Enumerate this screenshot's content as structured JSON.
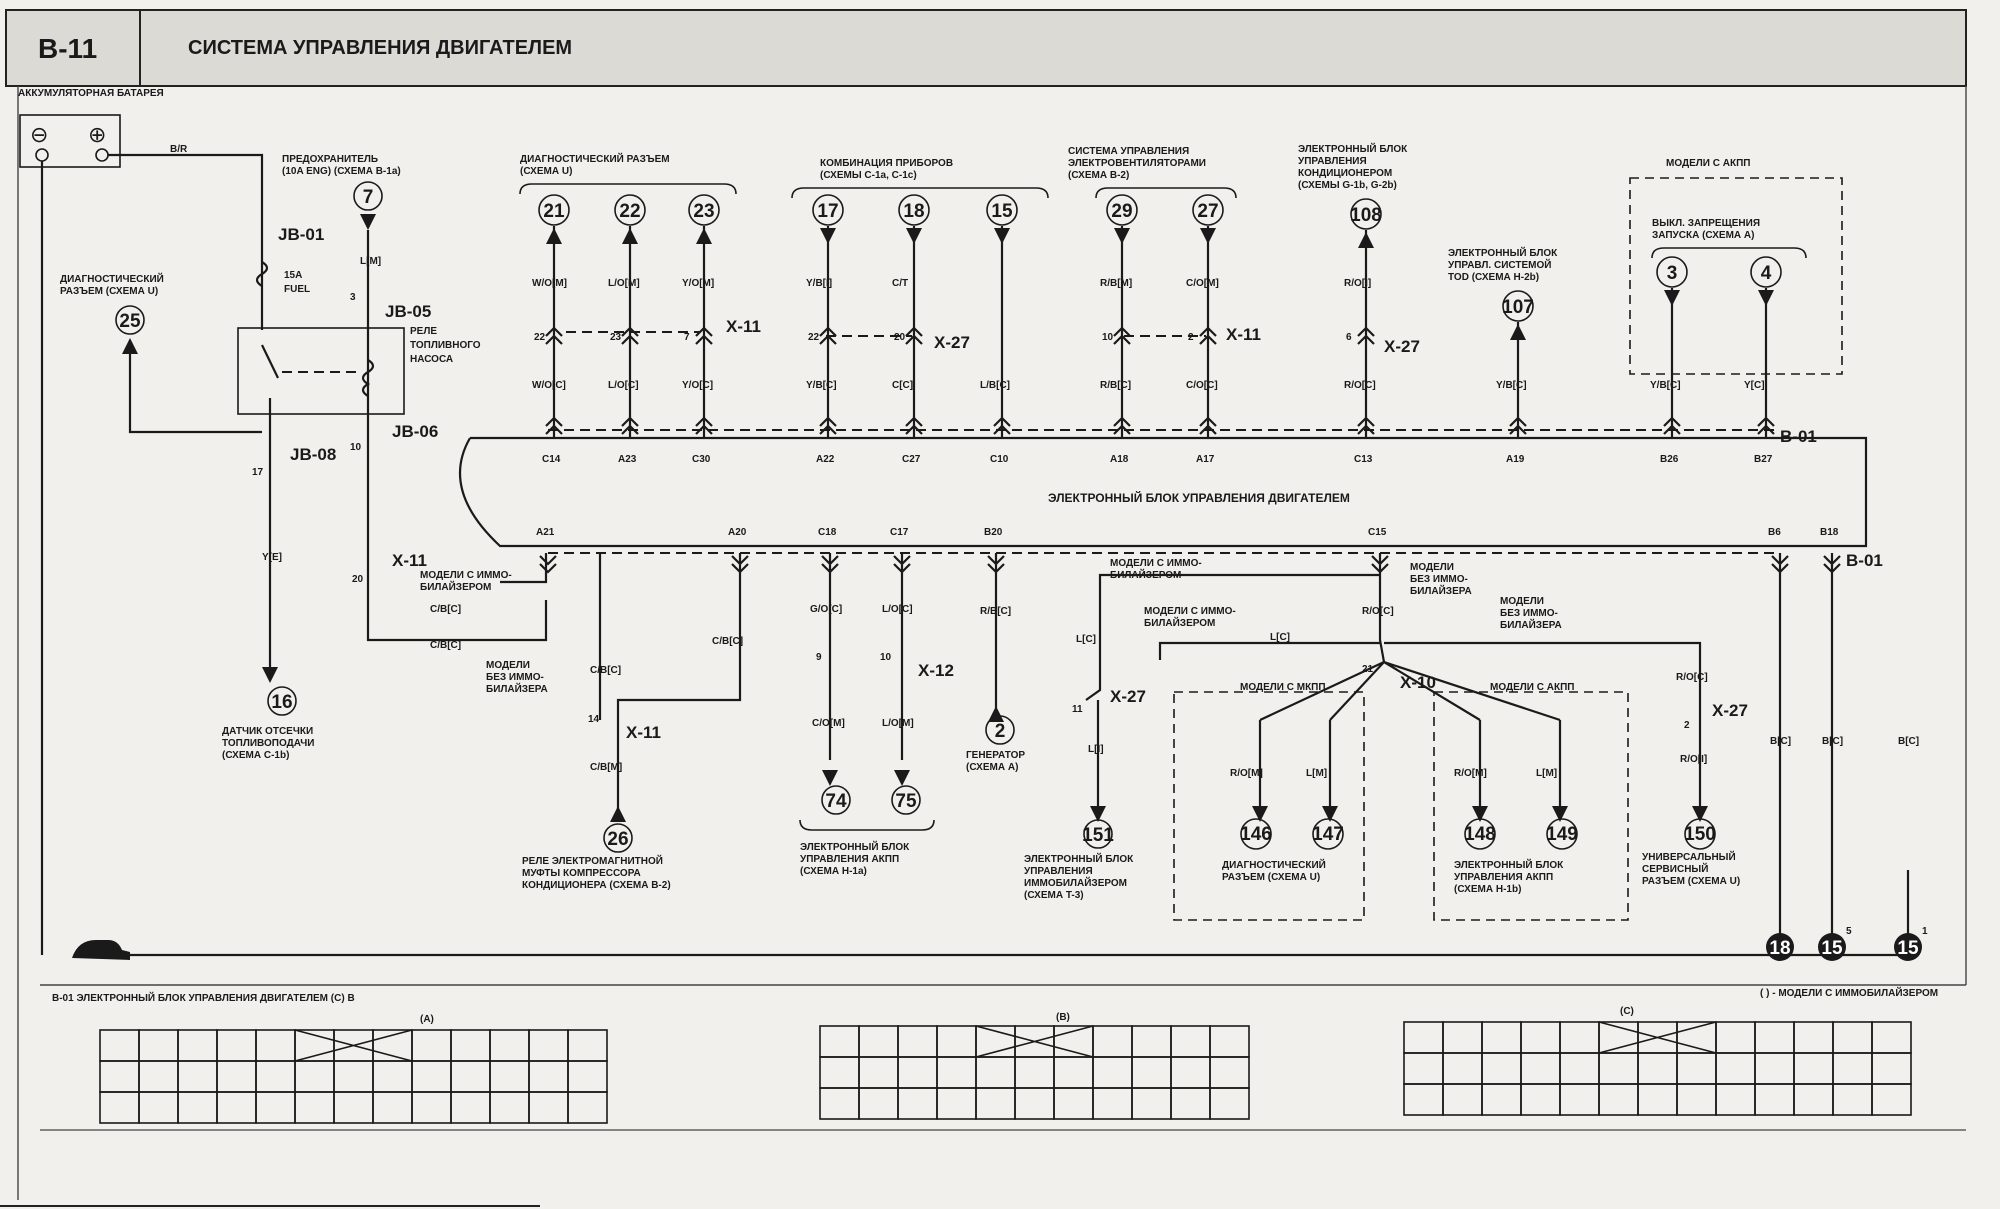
{
  "header": {
    "page_code": "B-11",
    "title": "СИСТЕМА УПРАВЛЕНИЯ ДВИГАТЕЛЕМ"
  },
  "battery": {
    "label": "АККУМУЛЯТОРНАЯ БАТАРЕЯ",
    "minus": "⊖",
    "plus": "⊕",
    "wire": "B/R"
  },
  "fuse": {
    "label1": "ПРЕДОХРАНИТЕЛЬ",
    "label2": "(10A ENG) (СХЕМА B-1a)",
    "circle": "7",
    "wire": "L[M]",
    "jb01": "JB-01",
    "rating": "15A",
    "name": "FUEL"
  },
  "relay": {
    "label1": "РЕЛЕ",
    "label2": "ТОПЛИВНОГО",
    "label3": "НАСОСА",
    "jb05": "JB-05",
    "pin3": "3",
    "jb06": "JB-06",
    "pin10": "10",
    "jb08": "JB-08",
    "pin17": "17"
  },
  "diag_left": {
    "label1": "ДИАГНОСТИЧЕСКИЙ",
    "label2": "РАЗЪЕМ (СХЕМА U)",
    "circle": "25"
  },
  "fuel_cut": {
    "wire": "Y[E]",
    "circle": "16",
    "label1": "ДАТЧИК ОТСЕЧКИ",
    "label2": "ТОПЛИВОПОДАЧИ",
    "label3": "(СХЕМА C-1b)"
  },
  "groups": {
    "diag": {
      "label1": "ДИАГНОСТИЧЕСКИЙ РАЗЪЕМ",
      "label2": "(СХЕМА U)"
    },
    "cluster": {
      "label1": "КОМБИНАЦИЯ ПРИБОРОВ",
      "label2": "(СХЕМЫ C-1a, C-1c)"
    },
    "fan": {
      "label1": "СИСТЕМА УПРАВЛЕНИЯ",
      "label2": "ЭЛЕКТРОВЕНТИЛЯТОРАМИ",
      "label3": "(СХЕМА B-2)"
    },
    "ac": {
      "label1": "ЭЛЕКТРОННЫЙ БЛОК",
      "label2": "УПРАВЛЕНИЯ",
      "label3": "КОНДИЦИОНЕРОМ",
      "label4": "(СХЕМЫ G-1b, G-2b)"
    },
    "tod": {
      "label1": "ЭЛЕКТРОННЫЙ БЛОК",
      "label2": "УПРАВЛ. СИСТЕМОЙ",
      "label3": "TOD (СХЕМА H-2b)"
    },
    "akpp": {
      "label": "МОДЕЛИ С АКПП",
      "label2": "ВЫКЛ. ЗАПРЕЩЕНИЯ",
      "label3": "ЗАПУСКА (СХЕМА A)"
    }
  },
  "top_columns": [
    {
      "circle": "21",
      "wire_top": "W/O[M]",
      "pin": "22",
      "wire_bot": "W/O[C]",
      "ecu_pin": "C14"
    },
    {
      "circle": "22",
      "wire_top": "L/O[M]",
      "pin": "23",
      "wire_bot": "L/O[C]",
      "ecu_pin": "A23"
    },
    {
      "circle": "23",
      "wire_top": "Y/O[M]",
      "pin": "7",
      "wire_bot": "Y/O[C]",
      "ecu_pin": "C30"
    },
    {
      "circle": "17",
      "wire_top": "Y/B[I]",
      "pin": "22",
      "wire_bot": "Y/B[C]",
      "ecu_pin": "A22"
    },
    {
      "circle": "18",
      "wire_top": "C/T",
      "pin": "20",
      "wire_bot": "C[C]",
      "ecu_pin": "C27"
    },
    {
      "circle": "15",
      "wire_top": "",
      "pin": "",
      "wire_bot": "L/B[C]",
      "ecu_pin": "C10"
    },
    {
      "circle": "29",
      "wire_top": "R/B[M]",
      "pin": "10",
      "wire_bot": "R/B[C]",
      "ecu_pin": "A18"
    },
    {
      "circle": "27",
      "wire_top": "C/O[M]",
      "pin": "2",
      "wire_bot": "C/O[C]",
      "ecu_pin": "A17"
    },
    {
      "circle": "108",
      "wire_top": "R/O[I]",
      "pin": "6",
      "wire_bot": "R/O[C]",
      "ecu_pin": "C13"
    },
    {
      "circle": "107",
      "wire_top": "",
      "pin": "",
      "wire_bot": "Y/B[C]",
      "ecu_pin": "A19"
    },
    {
      "circle": "3",
      "wire_top": "",
      "pin": "",
      "wire_bot": "Y/B[C]",
      "ecu_pin": "B26"
    },
    {
      "circle": "4",
      "wire_top": "",
      "pin": "",
      "wire_bot": "Y[C]",
      "ecu_pin": "B27"
    }
  ],
  "connectors": {
    "x11": "X-11",
    "x27": "X-27",
    "x12": "X-12",
    "x10": "X-10",
    "b01": "B-01"
  },
  "ecu": {
    "label": "ЭЛЕКТРОННЫЙ БЛОК УПРАВЛЕНИЯ ДВИГАТЕЛЕМ",
    "bottom_pins": [
      "A21",
      "A20",
      "C18",
      "C17",
      "B20",
      "C15",
      "B6",
      "B18"
    ]
  },
  "bottom_left": {
    "pin20": "20",
    "pin14": "14",
    "w_cb_c": "C/B[C]",
    "w_cb_m": "C/B[M]",
    "imo_with": "МОДЕЛИ С ИММО-",
    "imo_with2": "БИЛАЙЗЕРОМ",
    "imo_without1": "МОДЕЛИ",
    "imo_without2": "БЕЗ ИММО-",
    "imo_without3": "БИЛАЙЗЕРА",
    "circle26": "26",
    "relay26_1": "РЕЛЕ ЭЛЕКТРОМАГНИТНОЙ",
    "relay26_2": "МУФТЫ КОМПРЕССОРА",
    "relay26_3": "КОНДИЦИОНЕРА (СХЕМА B-2)"
  },
  "akpp_ecu": {
    "w1": "G/O[C]",
    "w2": "L/O[C]",
    "pin9": "9",
    "pin10": "10",
    "w1b": "C/O[M]",
    "w2b": "L/O[M]",
    "c74": "74",
    "c75": "75",
    "label1": "ЭЛЕКТРОННЫЙ БЛОК",
    "label2": "УПРАВЛЕНИЯ АКПП",
    "label3": "(СХЕМА H-1a)"
  },
  "generator": {
    "wire": "R/B[C]",
    "circle": "2",
    "label1": "ГЕНЕРАТОР",
    "label2": "(СХЕМА A)"
  },
  "immo": {
    "wire_c15": "R/O[C]",
    "wire_lc": "L[C]",
    "pin11": "11",
    "wire_li": "L[I]",
    "circle": "151",
    "pin21": "21",
    "label1": "ЭЛЕКТРОННЫЙ БЛОК",
    "label2": "УПРАВЛЕНИЯ",
    "label3": "ИММОБИЛАЙЗЕРОМ",
    "label4": "(СХЕМА T-3)"
  },
  "mkpp": {
    "label": "МОДЕЛИ С МКПП",
    "w1": "R/O[M]",
    "w2": "L[M]",
    "c1": "146",
    "c2": "147",
    "label1": "ДИАГНОСТИЧЕСКИЙ",
    "label2": "РАЗЪЕМ (СХЕМА U)"
  },
  "akpp_box": {
    "label": "МОДЕЛИ С АКПП",
    "w1": "R/O[M]",
    "w2": "L[M]",
    "c1": "148",
    "c2": "149",
    "label1": "ЭЛЕКТРОННЫЙ БЛОК",
    "label2": "УПРАВЛЕНИЯ АКПП",
    "label3": "(СХЕМА H-1b)"
  },
  "service": {
    "w1": "R/O[C]",
    "pin2": "2",
    "w2": "R/O[I]",
    "circle": "150",
    "label1": "УНИВЕРСАЛЬНЫЙ",
    "label2": "СЕРВИСНЫЙ",
    "label3": "РАЗЪЕМ (СХЕМА U)"
  },
  "grounds": {
    "wire": "B[C]",
    "g1": "18",
    "g2": "15",
    "g3": "15",
    "sup2": "5",
    "sup3": "1"
  },
  "connector_views": {
    "title": "B-01 ЭЛЕКТРОННЫЙ БЛОК УПРАВЛЕНИЯ ДВИГАТЕЛЕМ (C) B",
    "note": "( ) - МОДЕЛИ С ИММОБИЛАЙЗЕРОМ",
    "a": {
      "label": "(A)"
    },
    "b": {
      "label": "(B)"
    },
    "c": {
      "label": "(C)"
    }
  }
}
